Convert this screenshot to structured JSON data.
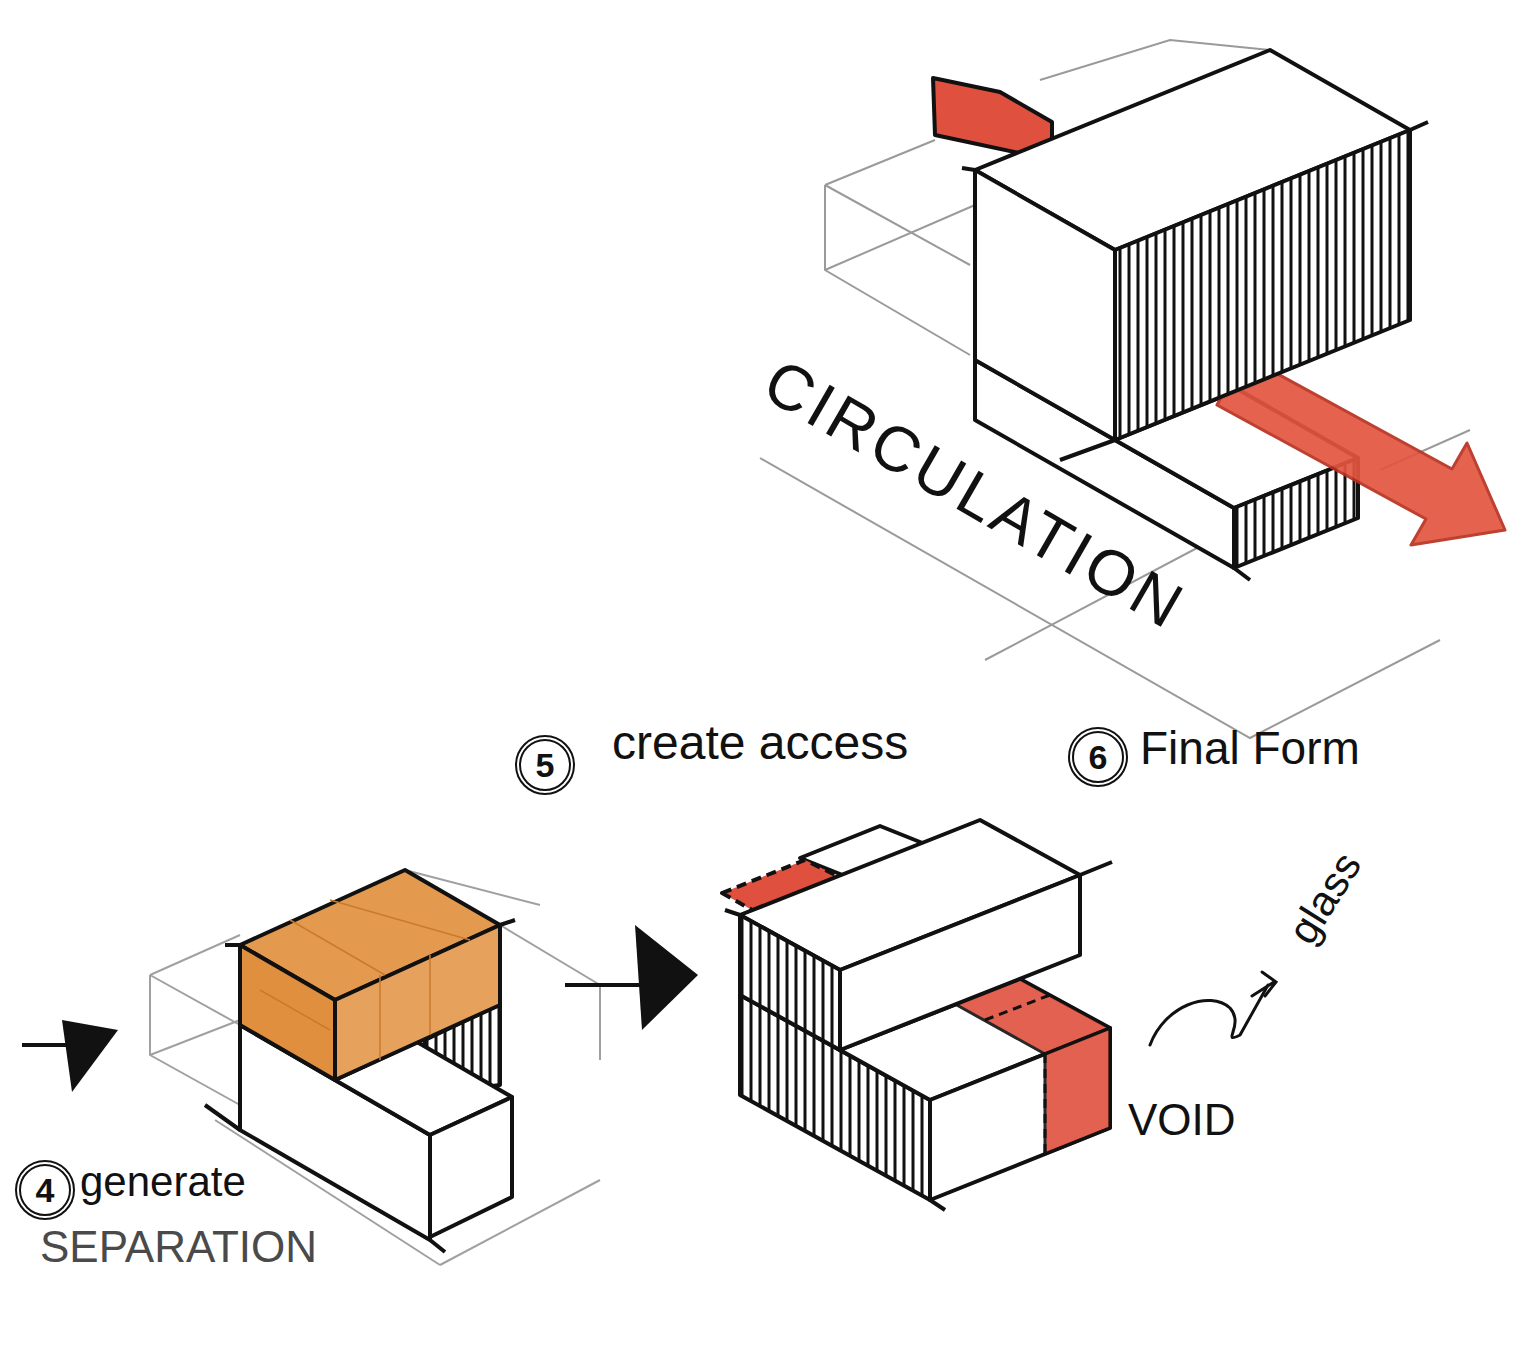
{
  "diagram": {
    "nodes": [
      {
        "text": [
          "5"
        ]
      },
      {
        "text": [
          "6"
        ]
      },
      {
        "text": [
          "4"
        ]
      }
    ],
    "labels": [
      "CIRCULATION",
      "create access",
      "Final Form",
      "generate",
      "SEPARATION",
      "VOID",
      "glass"
    ]
  }
}
